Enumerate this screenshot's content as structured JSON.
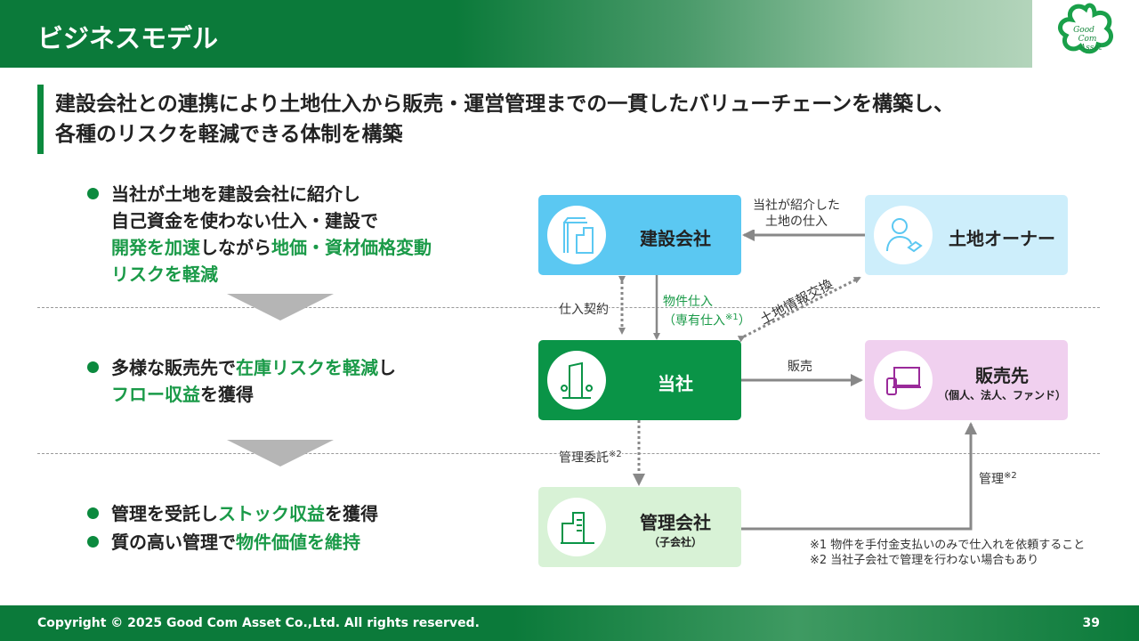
{
  "header": {
    "title": "ビジネスモデル",
    "logo_text": "Good Com Asset"
  },
  "lead": {
    "line1": "建設会社との連携により土地仕入から販売・運営管理までの一貫したバリューチェーンを構築し、",
    "line2": "各種のリスクを軽減できる体制を構築"
  },
  "bullets": [
    {
      "p1": "当社が土地を建設会社に紹介し",
      "p2": "自己資金を使わない仕入・建設で",
      "p3": "開発を加速",
      "p4": "しながら",
      "p5": "地価・資材価格変動",
      "p6": "リスクを軽減"
    },
    {
      "p1": "多様な販売先で",
      "p2": "在庫リスクを軽減",
      "p3": "し",
      "p4": "フロー収益",
      "p5": "を獲得"
    },
    {
      "p1": "管理を受託し",
      "p2": "ストック収益",
      "p3": "を獲得"
    },
    {
      "p1": "質の高い管理で",
      "p2": "物件価値を維持"
    }
  ],
  "diagram": {
    "construction": "建設会社",
    "owner": "土地オーナー",
    "company": "当社",
    "buyers": "販売先",
    "buyers_sub": "（個人、法人、ファンド）",
    "mgmt": "管理会社",
    "mgmt_sub": "（子会社）",
    "land_purchase_1": "当社が紹介した",
    "land_purchase_2": "土地の仕入",
    "purchase_contract": "仕入契約",
    "property_1": "物件仕入",
    "property_2": "（専有仕入",
    "property_sup": "※1",
    "property_3": "）",
    "land_info": "土地情報交換",
    "sale": "販売",
    "mgmt_contract": "管理委託",
    "mgmt_contract_sup": "※2",
    "manage": "管理",
    "manage_sup": "※2"
  },
  "notes": [
    "※1 物件を手付金支払いのみで仕入れを依頼すること",
    "※2 当社子会社で管理を行わない場合もあり"
  ],
  "footer": {
    "copyright": "Copyright © 2025 Good Com Asset Co.,Ltd. All rights reserved.",
    "page": "39"
  },
  "colors": {
    "green": "#0b8a3e",
    "construction": "#5bc8f2",
    "owner": "#cdeefb",
    "buyers": "#f0d0ef",
    "mgmt": "#d8f2d6"
  }
}
